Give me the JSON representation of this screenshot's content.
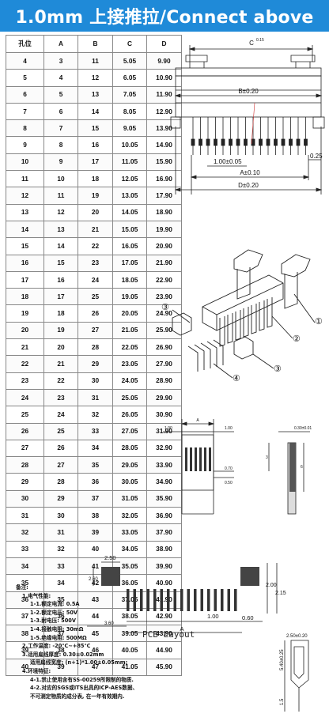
{
  "title": "1.0mm 上接推拉/Connect above",
  "table": {
    "headers": [
      "孔位",
      "A",
      "B",
      "C",
      "D"
    ],
    "rows": [
      [
        "4",
        "3",
        "11",
        "5.05",
        "9.90"
      ],
      [
        "5",
        "4",
        "12",
        "6.05",
        "10.90"
      ],
      [
        "6",
        "5",
        "13",
        "7.05",
        "11.90"
      ],
      [
        "7",
        "6",
        "14",
        "8.05",
        "12.90"
      ],
      [
        "8",
        "7",
        "15",
        "9.05",
        "13.90"
      ],
      [
        "9",
        "8",
        "16",
        "10.05",
        "14.90"
      ],
      [
        "10",
        "9",
        "17",
        "11.05",
        "15.90"
      ],
      [
        "11",
        "10",
        "18",
        "12.05",
        "16.90"
      ],
      [
        "12",
        "11",
        "19",
        "13.05",
        "17.90"
      ],
      [
        "13",
        "12",
        "20",
        "14.05",
        "18.90"
      ],
      [
        "14",
        "13",
        "21",
        "15.05",
        "19.90"
      ],
      [
        "15",
        "14",
        "22",
        "16.05",
        "20.90"
      ],
      [
        "16",
        "15",
        "23",
        "17.05",
        "21.90"
      ],
      [
        "17",
        "16",
        "24",
        "18.05",
        "22.90"
      ],
      [
        "18",
        "17",
        "25",
        "19.05",
        "23.90"
      ],
      [
        "19",
        "18",
        "26",
        "20.05",
        "24.90"
      ],
      [
        "20",
        "19",
        "27",
        "21.05",
        "25.90"
      ],
      [
        "21",
        "20",
        "28",
        "22.05",
        "26.90"
      ],
      [
        "22",
        "21",
        "29",
        "23.05",
        "27.90"
      ],
      [
        "23",
        "22",
        "30",
        "24.05",
        "28.90"
      ],
      [
        "24",
        "23",
        "31",
        "25.05",
        "29.90"
      ],
      [
        "25",
        "24",
        "32",
        "26.05",
        "30.90"
      ],
      [
        "26",
        "25",
        "33",
        "27.05",
        "31.90"
      ],
      [
        "27",
        "26",
        "34",
        "28.05",
        "32.90"
      ],
      [
        "28",
        "27",
        "35",
        "29.05",
        "33.90"
      ],
      [
        "29",
        "28",
        "36",
        "30.05",
        "34.90"
      ],
      [
        "30",
        "29",
        "37",
        "31.05",
        "35.90"
      ],
      [
        "31",
        "30",
        "38",
        "32.05",
        "36.90"
      ],
      [
        "32",
        "31",
        "39",
        "33.05",
        "37.90"
      ],
      [
        "33",
        "32",
        "40",
        "34.05",
        "38.90"
      ],
      [
        "34",
        "33",
        "41",
        "35.05",
        "39.90"
      ],
      [
        "35",
        "34",
        "42",
        "36.05",
        "40.90"
      ],
      [
        "36",
        "35",
        "43",
        "37.05",
        "41.90"
      ],
      [
        "37",
        "36",
        "44",
        "38.05",
        "42.90"
      ],
      [
        "38",
        "37",
        "45",
        "39.05",
        "43.90"
      ],
      [
        "39",
        "38",
        "46",
        "40.05",
        "44.90"
      ],
      [
        "40",
        "39",
        "47",
        "41.05",
        "45.90"
      ]
    ]
  },
  "drawing_top": {
    "c_label": "C",
    "c_tol": "0.15",
    "b_label": "B±0.20",
    "pitch_label": "1.00±0.05",
    "right_label": "0.25",
    "a_label": "A±0.10",
    "d_label": "D±0.20"
  },
  "exploded": {
    "callouts": [
      "①",
      "②",
      "③",
      "④",
      "③"
    ]
  },
  "fpc": {
    "a": "A",
    "left": "1.00",
    "right": "1.00",
    "d1": "0.70",
    "d2": "0.50",
    "side_top": "0.30±0.01",
    "side_a": "3",
    "side_b": "6"
  },
  "pcb": {
    "w": "2.50",
    "h": "2.60",
    "h2": "2.00",
    "h3": "2.15",
    "left": "3.60",
    "pitch": "1.00",
    "right": "0.60",
    "a": "A",
    "label": "PCB Layout",
    "side_top": "2.50±0.20",
    "side_mid": "5.40±0.25",
    "side_bot": "1.5"
  },
  "notes": {
    "heading": "备注:",
    "lines": [
      {
        "level": 1,
        "text": "1.电气性能:"
      },
      {
        "level": 2,
        "text": "1-1.额定电流: 0.5A"
      },
      {
        "level": 2,
        "text": "1-2.额定电压: 50V"
      },
      {
        "level": 2,
        "text": "1-3.耐电压: 500V"
      },
      {
        "level": 2,
        "text": "1-4.接触电阻: 30mΩ"
      },
      {
        "level": 2,
        "text": "1-5.绝缘电阻: 500MΩ"
      },
      {
        "level": 1,
        "text": "2.工作温度: -20℃~+85℃"
      },
      {
        "level": 1,
        "text": "3.适用扁线厚度: 0.30±0.02mm"
      },
      {
        "level": 2,
        "text": "适用扁线宽度: (n+1)*1.00±0.05mm;"
      },
      {
        "level": 1,
        "text": "4.环境特征:"
      },
      {
        "level": 2,
        "text": "4-1.禁止使用含有SS-00259所限制的物质."
      },
      {
        "level": 2,
        "text": "4-2.对应的SGS或ITS出具的ICP-AES数据、"
      },
      {
        "level": 2,
        "text": "不可测定物质的成分表, 在一年有效期内."
      }
    ]
  }
}
